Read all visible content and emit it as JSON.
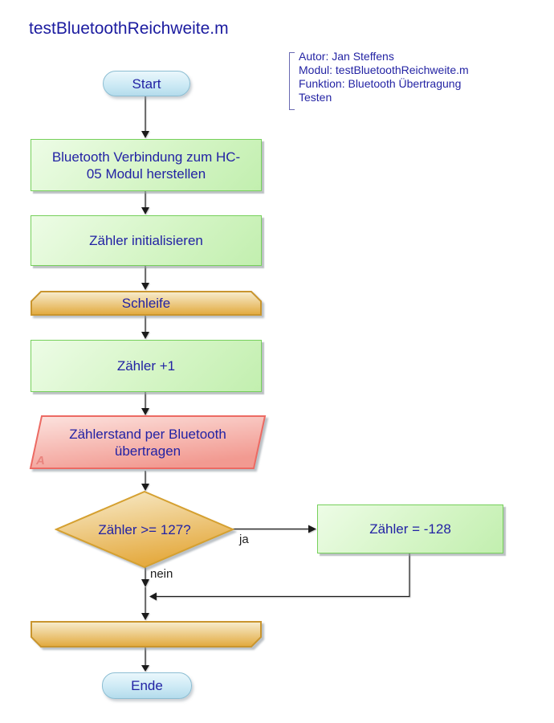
{
  "title": "testBluetoothReichweite.m",
  "comment": {
    "lines": [
      "Autor: Jan Steffens",
      "Modul: testBluetoothReichweite.m",
      "Funktion: Bluetooth Übertragung",
      "Testen"
    ]
  },
  "nodes": {
    "start": {
      "type": "terminator",
      "label": "Start"
    },
    "connect": {
      "type": "process",
      "label": "Bluetooth Verbindung zum HC-05 Modul herstellen"
    },
    "init": {
      "type": "process",
      "label": "Zähler initialisieren"
    },
    "loopStart": {
      "type": "loop-start",
      "label": "Schleife"
    },
    "increment": {
      "type": "process",
      "label": "Zähler +1"
    },
    "transmit": {
      "type": "io",
      "label": "Zählerstand per Bluetooth übertragen",
      "corner_label": "A"
    },
    "decision": {
      "type": "decision",
      "label": "Zähler >= 127?"
    },
    "reset": {
      "type": "process",
      "label": "Zähler = -128"
    },
    "loopEnd": {
      "type": "loop-end",
      "label": ""
    },
    "end": {
      "type": "terminator",
      "label": "Ende"
    }
  },
  "edges": {
    "yes_label": "ja",
    "no_label": "nein"
  },
  "colors": {
    "text": "#2222a4",
    "title_text": "#1c1ca0",
    "edge_line": "#1b1b1b",
    "process_fill_light": "#edfce6",
    "process_fill_dark": "#c2efaf",
    "process_border": "#76d05b",
    "terminator_fill_light": "#eaf7fc",
    "terminator_fill_dark": "#b4dcec",
    "terminator_border": "#8cbed3",
    "loop_fill_light": "#f7edd0",
    "loop_fill_dark": "#e2a93c",
    "loop_border": "#c9952e",
    "decision_fill_light": "#f8edcf",
    "decision_fill_dark": "#e5ab41",
    "decision_border": "#d5a030",
    "io_fill_light": "#fce3df",
    "io_fill_dark": "#f29a91",
    "io_border": "#ec6a63"
  }
}
